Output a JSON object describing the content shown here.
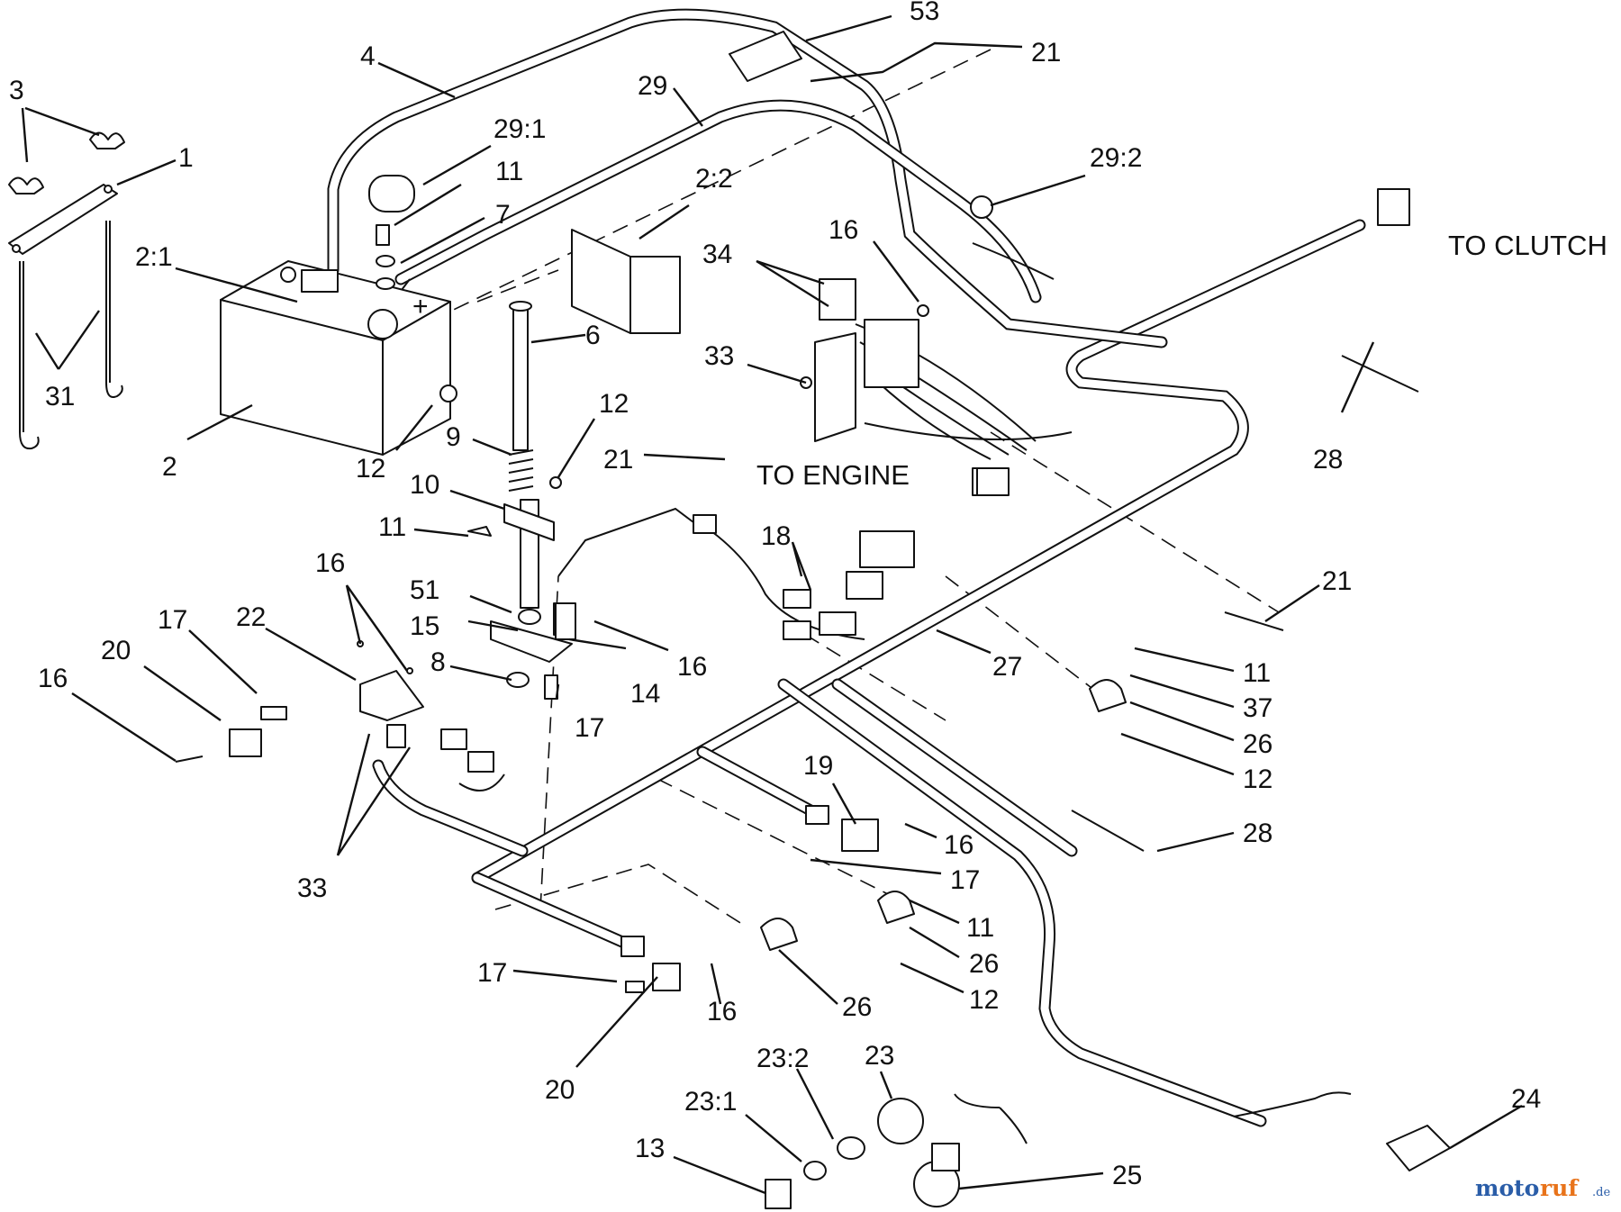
{
  "callouts": [
    {
      "label": "53"
    },
    {
      "label": "21"
    },
    {
      "label": "4"
    },
    {
      "label": "29"
    },
    {
      "label": "3"
    },
    {
      "label": "1"
    },
    {
      "label": "29:1"
    },
    {
      "label": "11"
    },
    {
      "label": "7"
    },
    {
      "label": "2:2"
    },
    {
      "label": "29:2"
    },
    {
      "label": "2:1"
    },
    {
      "label": "34"
    },
    {
      "label": "16"
    },
    {
      "label": "6"
    },
    {
      "label": "33"
    },
    {
      "label": "31"
    },
    {
      "label": "2"
    },
    {
      "label": "12"
    },
    {
      "label": "12"
    },
    {
      "label": "9"
    },
    {
      "label": "21"
    },
    {
      "label": "28"
    },
    {
      "label": "10"
    },
    {
      "label": "11"
    },
    {
      "label": "18"
    },
    {
      "label": "16"
    },
    {
      "label": "51"
    },
    {
      "label": "15"
    },
    {
      "label": "17"
    },
    {
      "label": "22"
    },
    {
      "label": "20"
    },
    {
      "label": "16"
    },
    {
      "label": "8"
    },
    {
      "label": "16"
    },
    {
      "label": "14"
    },
    {
      "label": "17"
    },
    {
      "label": "27"
    },
    {
      "label": "21"
    },
    {
      "label": "11"
    },
    {
      "label": "37"
    },
    {
      "label": "26"
    },
    {
      "label": "12"
    },
    {
      "label": "19"
    },
    {
      "label": "16"
    },
    {
      "label": "28"
    },
    {
      "label": "17"
    },
    {
      "label": "33"
    },
    {
      "label": "11"
    },
    {
      "label": "26"
    },
    {
      "label": "12"
    },
    {
      "label": "17"
    },
    {
      "label": "16"
    },
    {
      "label": "26"
    },
    {
      "label": "20"
    },
    {
      "label": "23:2"
    },
    {
      "label": "23"
    },
    {
      "label": "23:1"
    },
    {
      "label": "13"
    },
    {
      "label": "24"
    },
    {
      "label": "25"
    }
  ],
  "notes": {
    "to_clutch": "TO CLUTCH",
    "to_engine": "TO ENGINE"
  },
  "watermark": {
    "part1": "moto",
    "part2": "ruf",
    "suffix": ".de"
  }
}
